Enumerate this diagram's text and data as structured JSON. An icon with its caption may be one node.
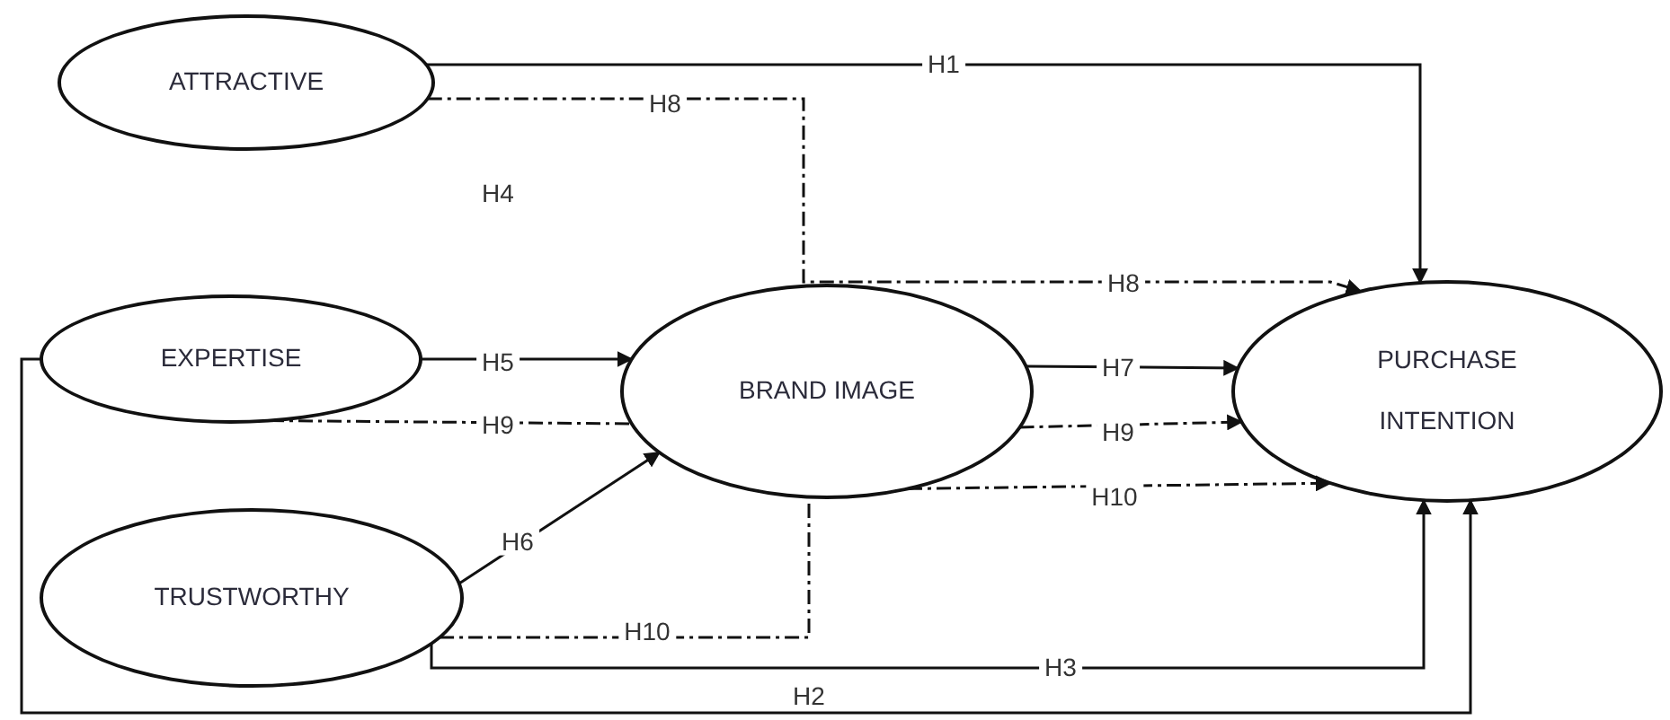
{
  "diagram": {
    "nodes": [
      {
        "text": [
          "ATTRACTIVE"
        ]
      },
      {
        "text": [
          "EXPERTISE"
        ]
      },
      {
        "text": [
          "BRAND IMAGE"
        ]
      },
      {
        "text": [
          "TRUSTWORTHY"
        ]
      },
      {
        "text": [
          "PURCHASE INTENTION"
        ]
      }
    ],
    "edges": [
      {
        "from": 0,
        "to": 4,
        "arrow": "to",
        "label": "H1"
      },
      {
        "from": 0,
        "to": 4,
        "arrow": "to",
        "label": "H8",
        "style": "dashed"
      },
      {
        "from": 1,
        "to": 2,
        "arrow": "to",
        "label": "H5"
      },
      {
        "from": 1,
        "to": 2,
        "arrow": "none",
        "label": "H9",
        "style": "dashed"
      },
      {
        "from": 3,
        "to": 2,
        "arrow": "to",
        "label": "H6"
      },
      {
        "from": 3,
        "to": 2,
        "arrow": "none",
        "label": "H10",
        "style": "dashed"
      },
      {
        "from": 2,
        "to": 4,
        "arrow": "to",
        "label": "H7"
      },
      {
        "from": 2,
        "to": 4,
        "arrow": "to",
        "label": "H9",
        "style": "dashed"
      },
      {
        "from": 2,
        "to": 4,
        "arrow": "to",
        "label": "H10",
        "style": "dashed"
      },
      {
        "from": 3,
        "to": 4,
        "arrow": "to",
        "label": "H3"
      },
      {
        "from": 1,
        "to": 4,
        "arrow": "to",
        "label": "H2"
      }
    ],
    "labels": [
      "H4",
      "H8"
    ]
  }
}
